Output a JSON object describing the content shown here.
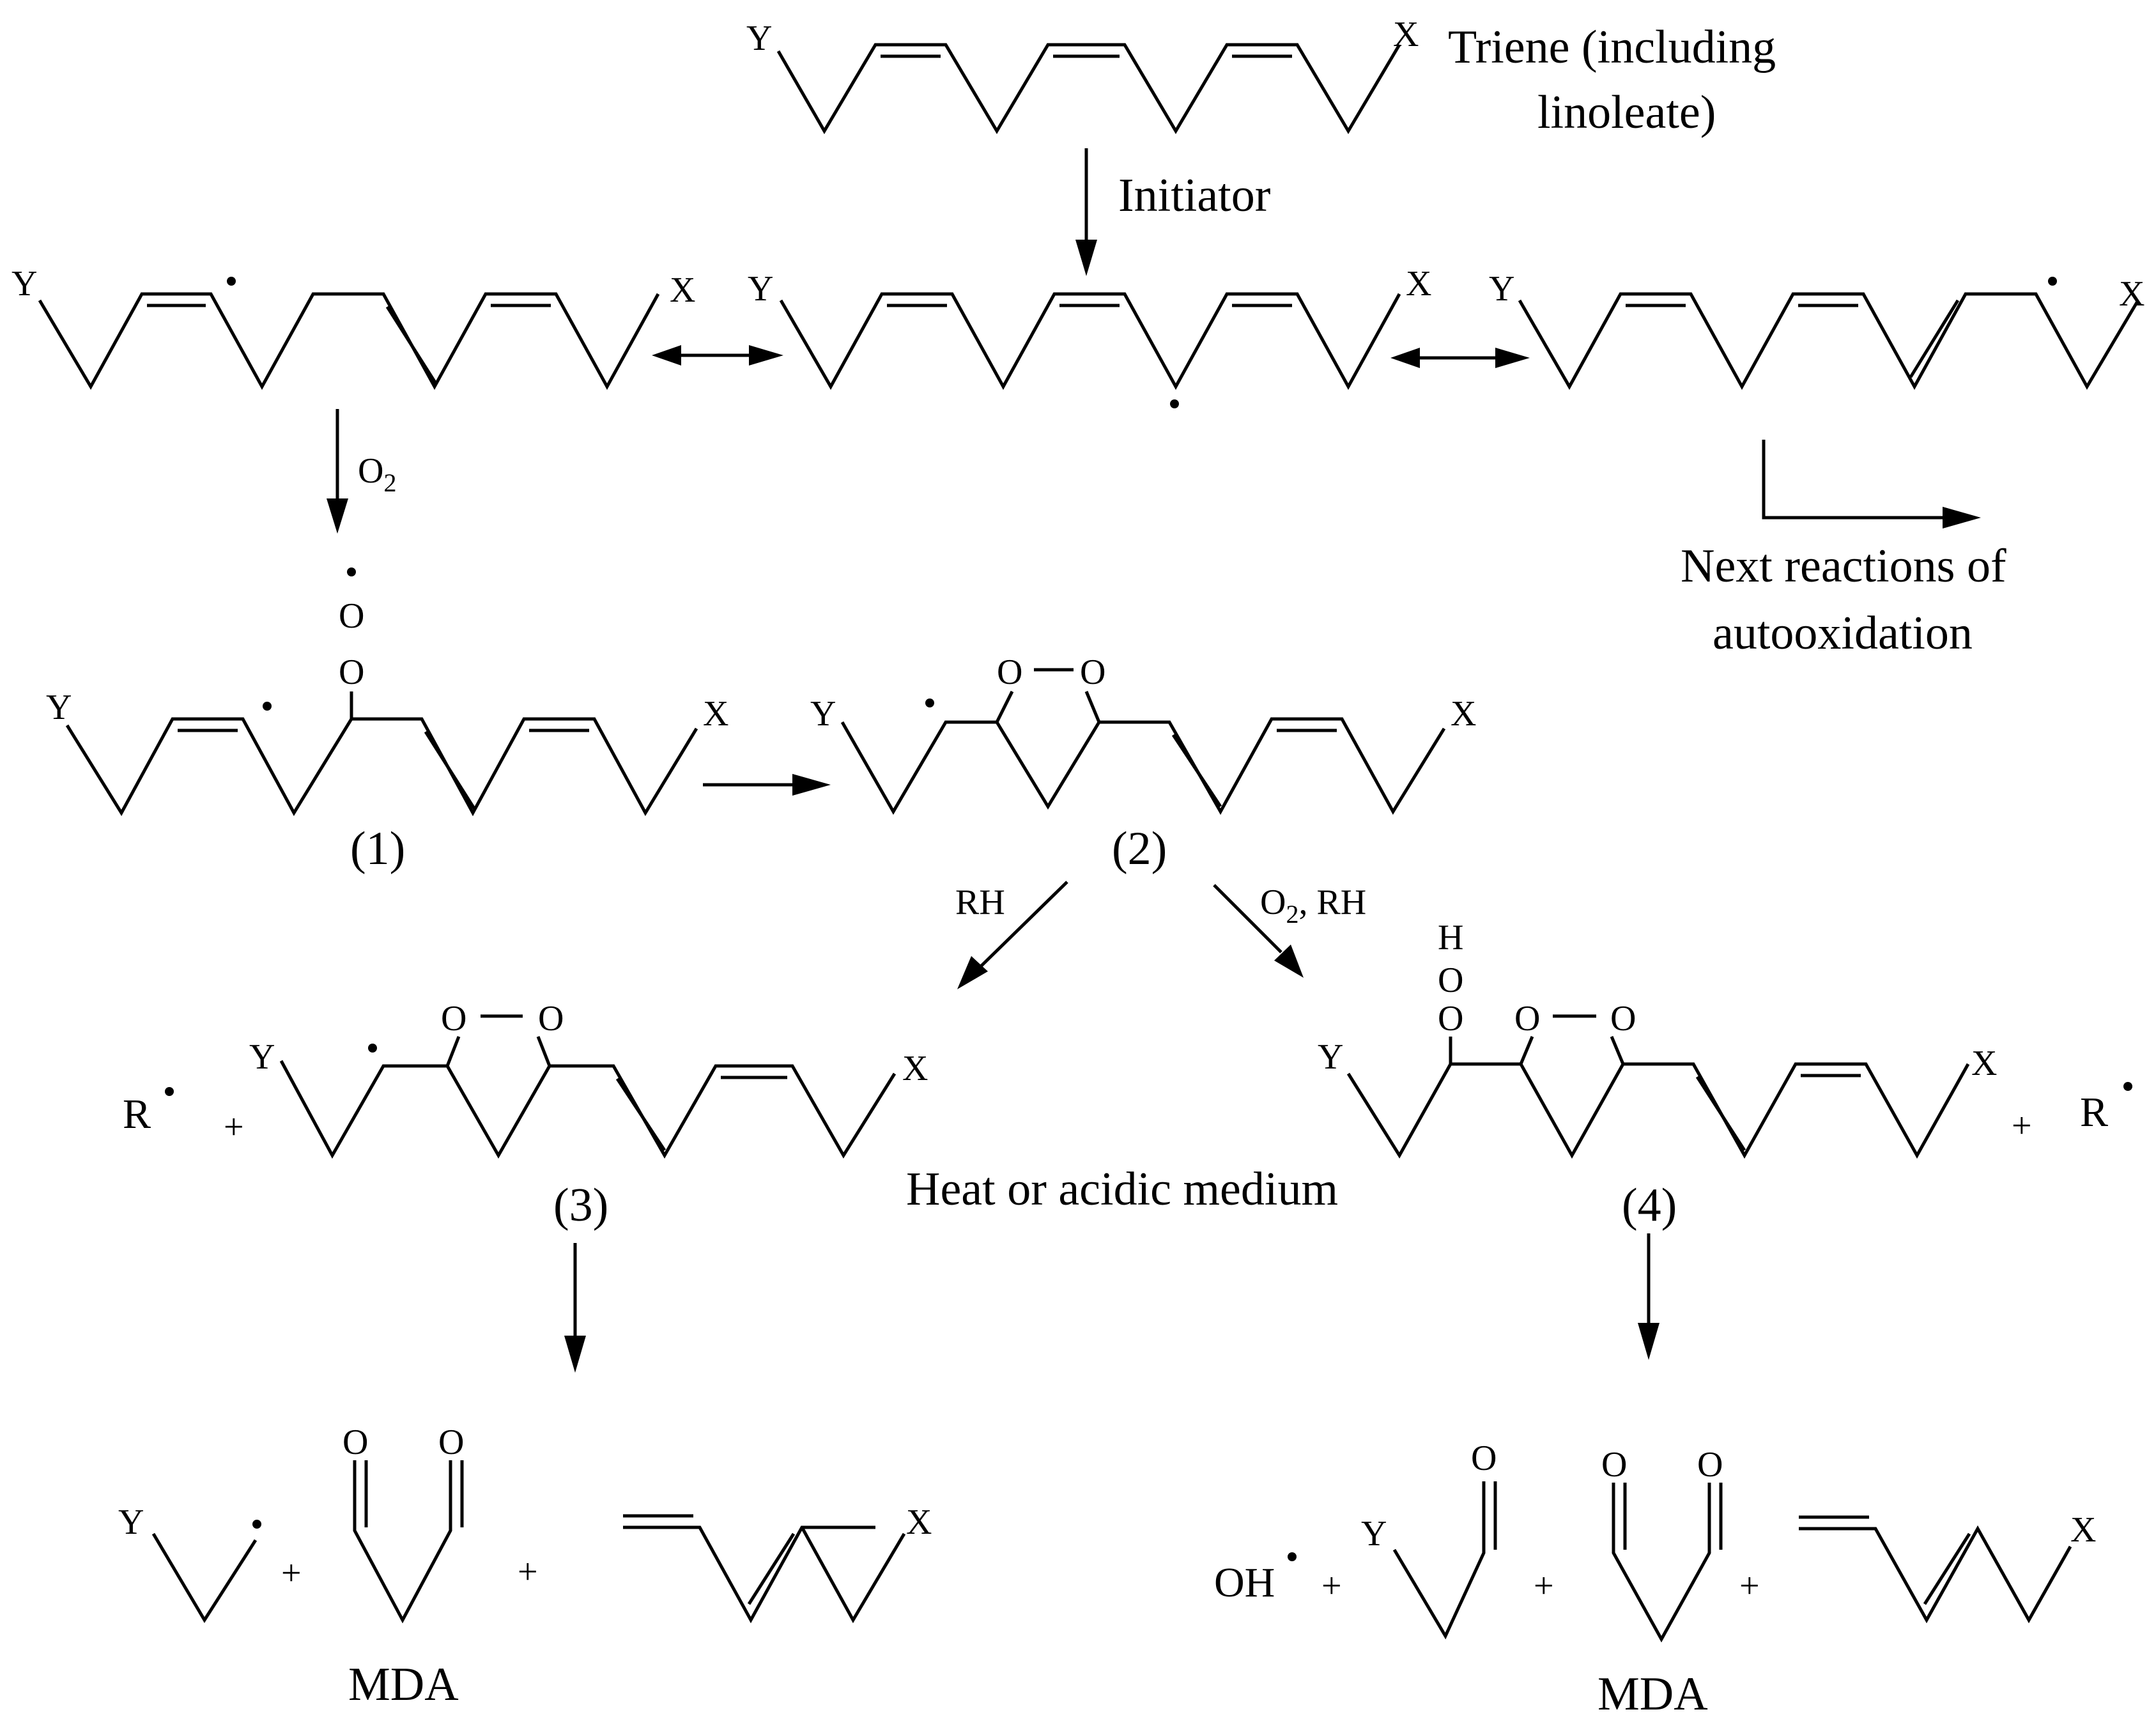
{
  "labels": {
    "triene": [
      "Triene (including",
      "linoleate)"
    ],
    "initiator": "Initiator",
    "o2": "O",
    "o2_sub": "2",
    "next": [
      "Next reactions of",
      "autooxidation"
    ],
    "num1": "(1)",
    "num2": "(2)",
    "num3": "(3)",
    "num4": "(4)",
    "rh": "RH",
    "o2rh_o": "O",
    "o2rh_sub": "2",
    "o2rh_rest": ", RH",
    "heat": "Heat or acidic medium",
    "mda": "MDA",
    "plus": "+",
    "r": "R",
    "oh": "OH",
    "Y": "Y",
    "X": "X",
    "O": "O",
    "H": "H"
  }
}
